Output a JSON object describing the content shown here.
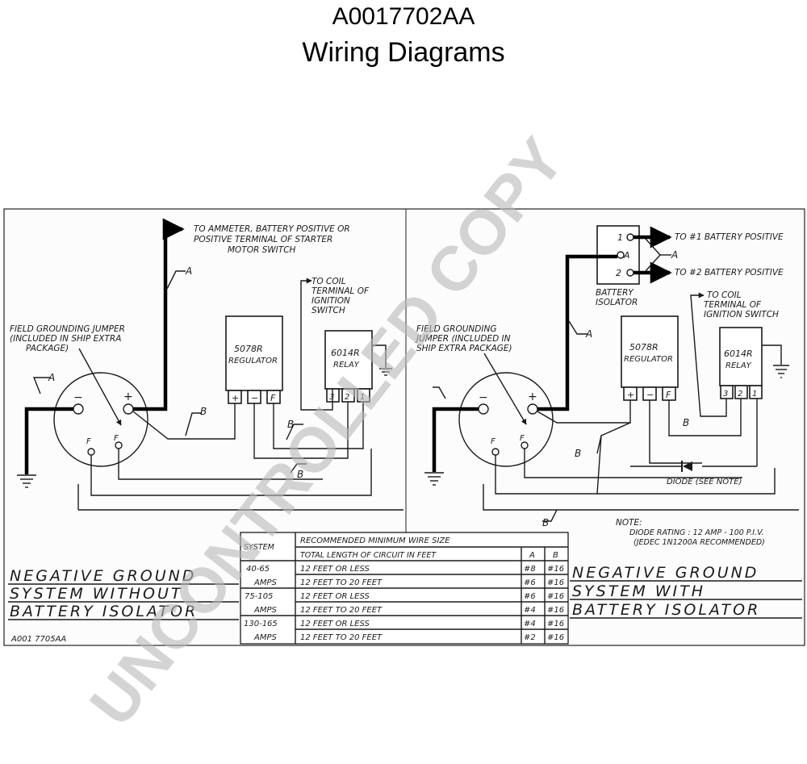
{
  "header": {
    "doc_id": "A0017702AA",
    "subtitle": "Wiring Diagrams"
  },
  "watermark": "UNCONTROLLED COPY",
  "left_diagram": {
    "ammeter_note": [
      "TO AMMETER, BATTERY POSITIVE OR",
      "POSITIVE TERMINAL OF STARTER",
      "MOTOR SWITCH"
    ],
    "coil_note": [
      "TO COIL",
      "TERMINAL OF",
      "IGNITION",
      "SWITCH"
    ],
    "jumper_note": [
      "FIELD GROUNDING JUMPER",
      "(INCLUDED IN SHIP EXTRA",
      "PACKAGE)"
    ],
    "regulator": [
      "5078R",
      "REGULATOR"
    ],
    "relay": [
      "6014R",
      "RELAY"
    ],
    "reg_terminals": [
      "+",
      "−",
      "F"
    ],
    "relay_terminals": [
      "3",
      "2",
      "1"
    ],
    "alt_terminals": {
      "neg": "−",
      "pos": "+",
      "f1": "F",
      "f2": "F"
    },
    "wire_a": "A",
    "wire_b": "B",
    "caption": [
      "NEGATIVE GROUND",
      "SYSTEM WITHOUT",
      "BATTERY ISOLATOR"
    ],
    "drawing_no": "A001 7705AA"
  },
  "right_diagram": {
    "battery1_note": "TO #1 BATTERY POSITIVE",
    "battery2_note": "TO #2 BATTERY POSITIVE",
    "isolator_terminals": [
      "1",
      "A",
      "2"
    ],
    "isolator_label": [
      "BATTERY",
      "ISOLATOR"
    ],
    "coil_note": [
      "TO COIL",
      "TERMINAL OF",
      "IGNITION SWITCH"
    ],
    "jumper_note": [
      "FIELD GROUNDING",
      "JUMPER (INCLUDED IN",
      "SHIP EXTRA PACKAGE)"
    ],
    "regulator": [
      "5078R",
      "REGULATOR"
    ],
    "relay": [
      "6014R",
      "RELAY"
    ],
    "reg_terminals": [
      "+",
      "−",
      "F"
    ],
    "relay_terminals": [
      "3",
      "2",
      "1"
    ],
    "alt_terminals": {
      "neg": "−",
      "pos": "+",
      "f1": "F",
      "f2": "F"
    },
    "wire_a": "A",
    "wire_b": "B",
    "diode_note": "DIODE (SEE NOTE)",
    "note": [
      "NOTE:",
      "DIODE RATING : 12 AMP - 100 P.I.V.",
      "(JEDEC 1N1200A RECOMMENDED)"
    ],
    "caption": [
      "NEGATIVE GROUND",
      "SYSTEM WITH",
      "BATTERY ISOLATOR"
    ]
  },
  "wire_table": {
    "title": "RECOMMENDED MINIMUM WIRE SIZE",
    "col_system": "SYSTEM",
    "col_length": "TOTAL LENGTH OF CIRCUIT IN FEET",
    "col_a": "A",
    "col_b": "B",
    "rows": [
      {
        "system": "40-65",
        "length": "12 FEET OR LESS",
        "a": "#8",
        "b": "#16"
      },
      {
        "system": "AMPS",
        "length": "12 FEET TO 20 FEET",
        "a": "#6",
        "b": "#16"
      },
      {
        "system": "75-105",
        "length": "12 FEET OR LESS",
        "a": "#6",
        "b": "#16"
      },
      {
        "system": "AMPS",
        "length": "12 FEET TO 20 FEET",
        "a": "#4",
        "b": "#16"
      },
      {
        "system": "130-165",
        "length": "12 FEET OR LESS",
        "a": "#4",
        "b": "#16"
      },
      {
        "system": "AMPS",
        "length": "12 FEET TO 20 FEET",
        "a": "#2",
        "b": "#16"
      }
    ]
  }
}
